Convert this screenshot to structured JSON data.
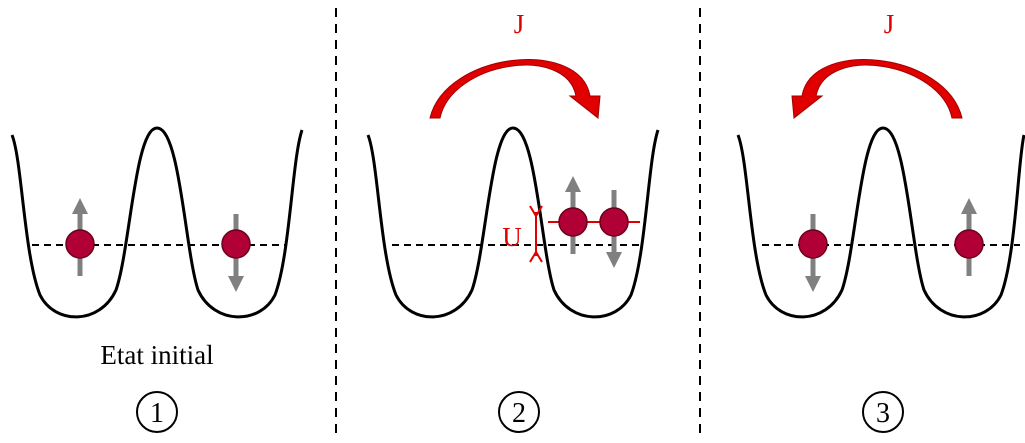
{
  "colors": {
    "curve": "#000000",
    "dash": "#000000",
    "spin_arrow": "#808080",
    "particle": "#b00035",
    "hop_arrow": "#e00000",
    "interaction_label": "#e00000"
  },
  "panels": [
    {
      "label": "Etat initial",
      "number": "1",
      "left_well": {
        "spin": "up"
      },
      "right_well": {
        "spin": "down"
      }
    },
    {
      "label": "",
      "number": "2",
      "hop": {
        "symbol": "J",
        "direction": "left-to-right"
      },
      "interaction": {
        "symbol": "U"
      },
      "left_well": {
        "spin": ""
      },
      "right_well": {
        "spins": [
          "up",
          "down"
        ]
      }
    },
    {
      "label": "",
      "number": "3",
      "hop": {
        "symbol": "J",
        "direction": "right-to-left"
      },
      "left_well": {
        "spin": "down"
      },
      "right_well": {
        "spin": "up"
      }
    }
  ],
  "icons": [
    "double-well-potential-icon",
    "spin-up-particle-icon",
    "spin-down-particle-icon",
    "hopping-arrow-icon",
    "interaction-energy-marker-icon"
  ]
}
